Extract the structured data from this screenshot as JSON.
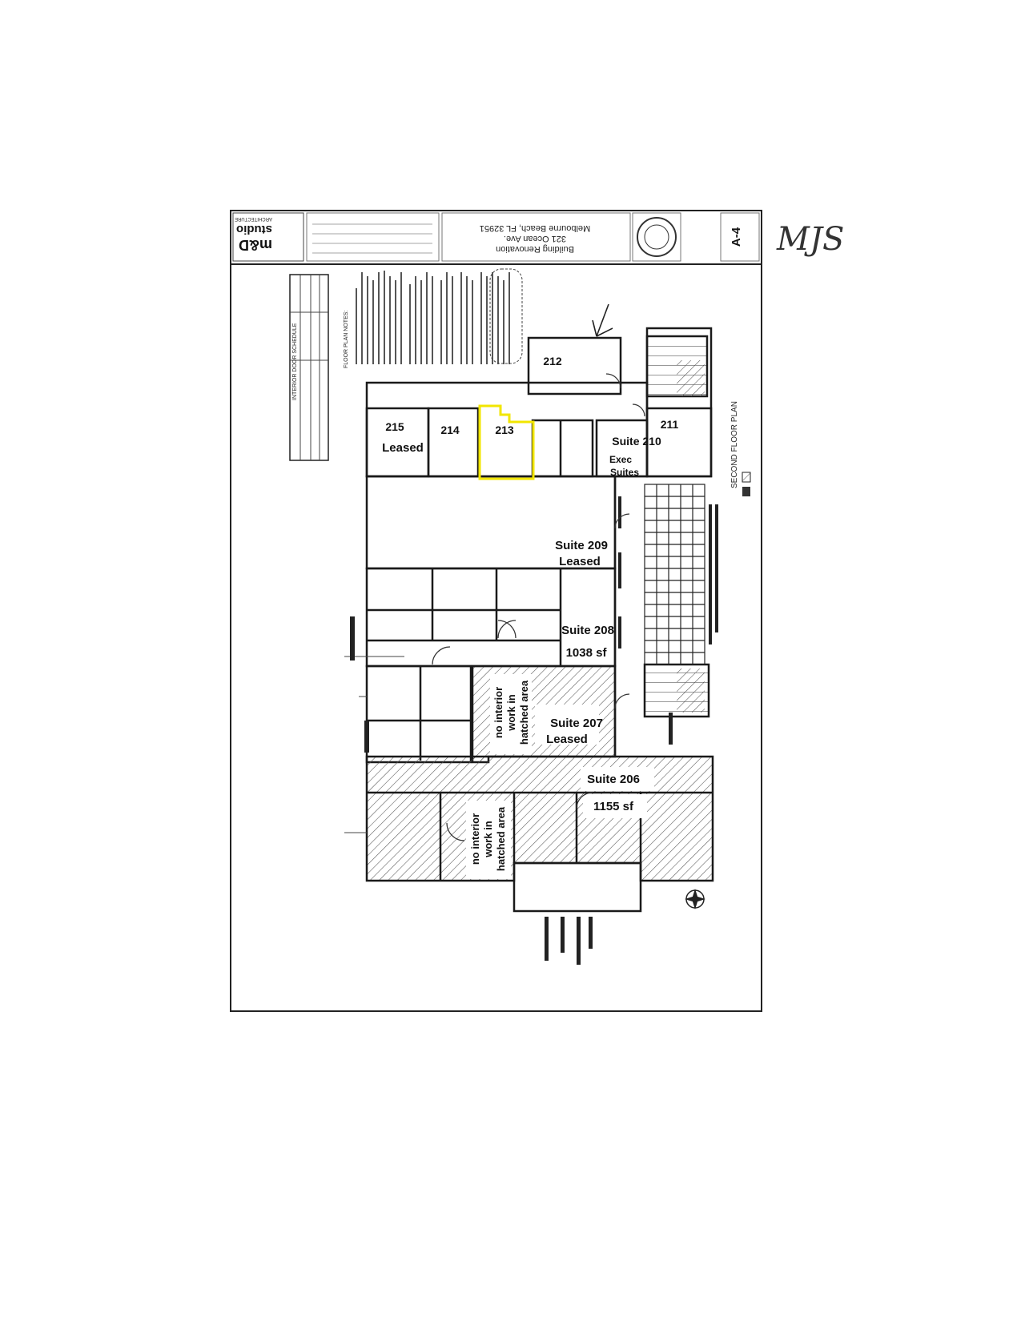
{
  "sheet": {
    "firm_logo": "m&D",
    "firm_name": "studio",
    "firm_subtitle": "ARCHITECTURE",
    "project_title": "Building Renovation",
    "address_line1": "321 Ocean Ave.",
    "address_line2": "Melbourne Beach, FL 32951",
    "sheet_number": "A-4",
    "sheet_title": "SECOND FLOOR PLAN",
    "notes_heading": "FLOOR PLAN NOTES:",
    "schedule_title": "INTERIOR DOOR SCHEDULE"
  },
  "annotation": {
    "initials": "MJS"
  },
  "rooms": {
    "r212": "212",
    "r211": "211",
    "r215": "215",
    "r215_status": "Leased",
    "r214": "214",
    "r213": "213",
    "s210_name": "Suite 210",
    "s210_l1": "Exec",
    "s210_l2": "Suites",
    "s209_name": "Suite 209",
    "s209_status": "Leased",
    "s208_name": "Suite 208",
    "s208_area": "1038 sf",
    "s207_name": "Suite 207",
    "s207_status": "Leased",
    "s206_name": "Suite 206",
    "s206_area": "1155 sf"
  },
  "notes": {
    "hatch_207": [
      "no interior",
      "work in",
      "hatched area"
    ],
    "hatch_206": [
      "no interior",
      "work in",
      "hatched area"
    ]
  },
  "colors": {
    "highlight": "#f2e600",
    "line": "#222222"
  }
}
